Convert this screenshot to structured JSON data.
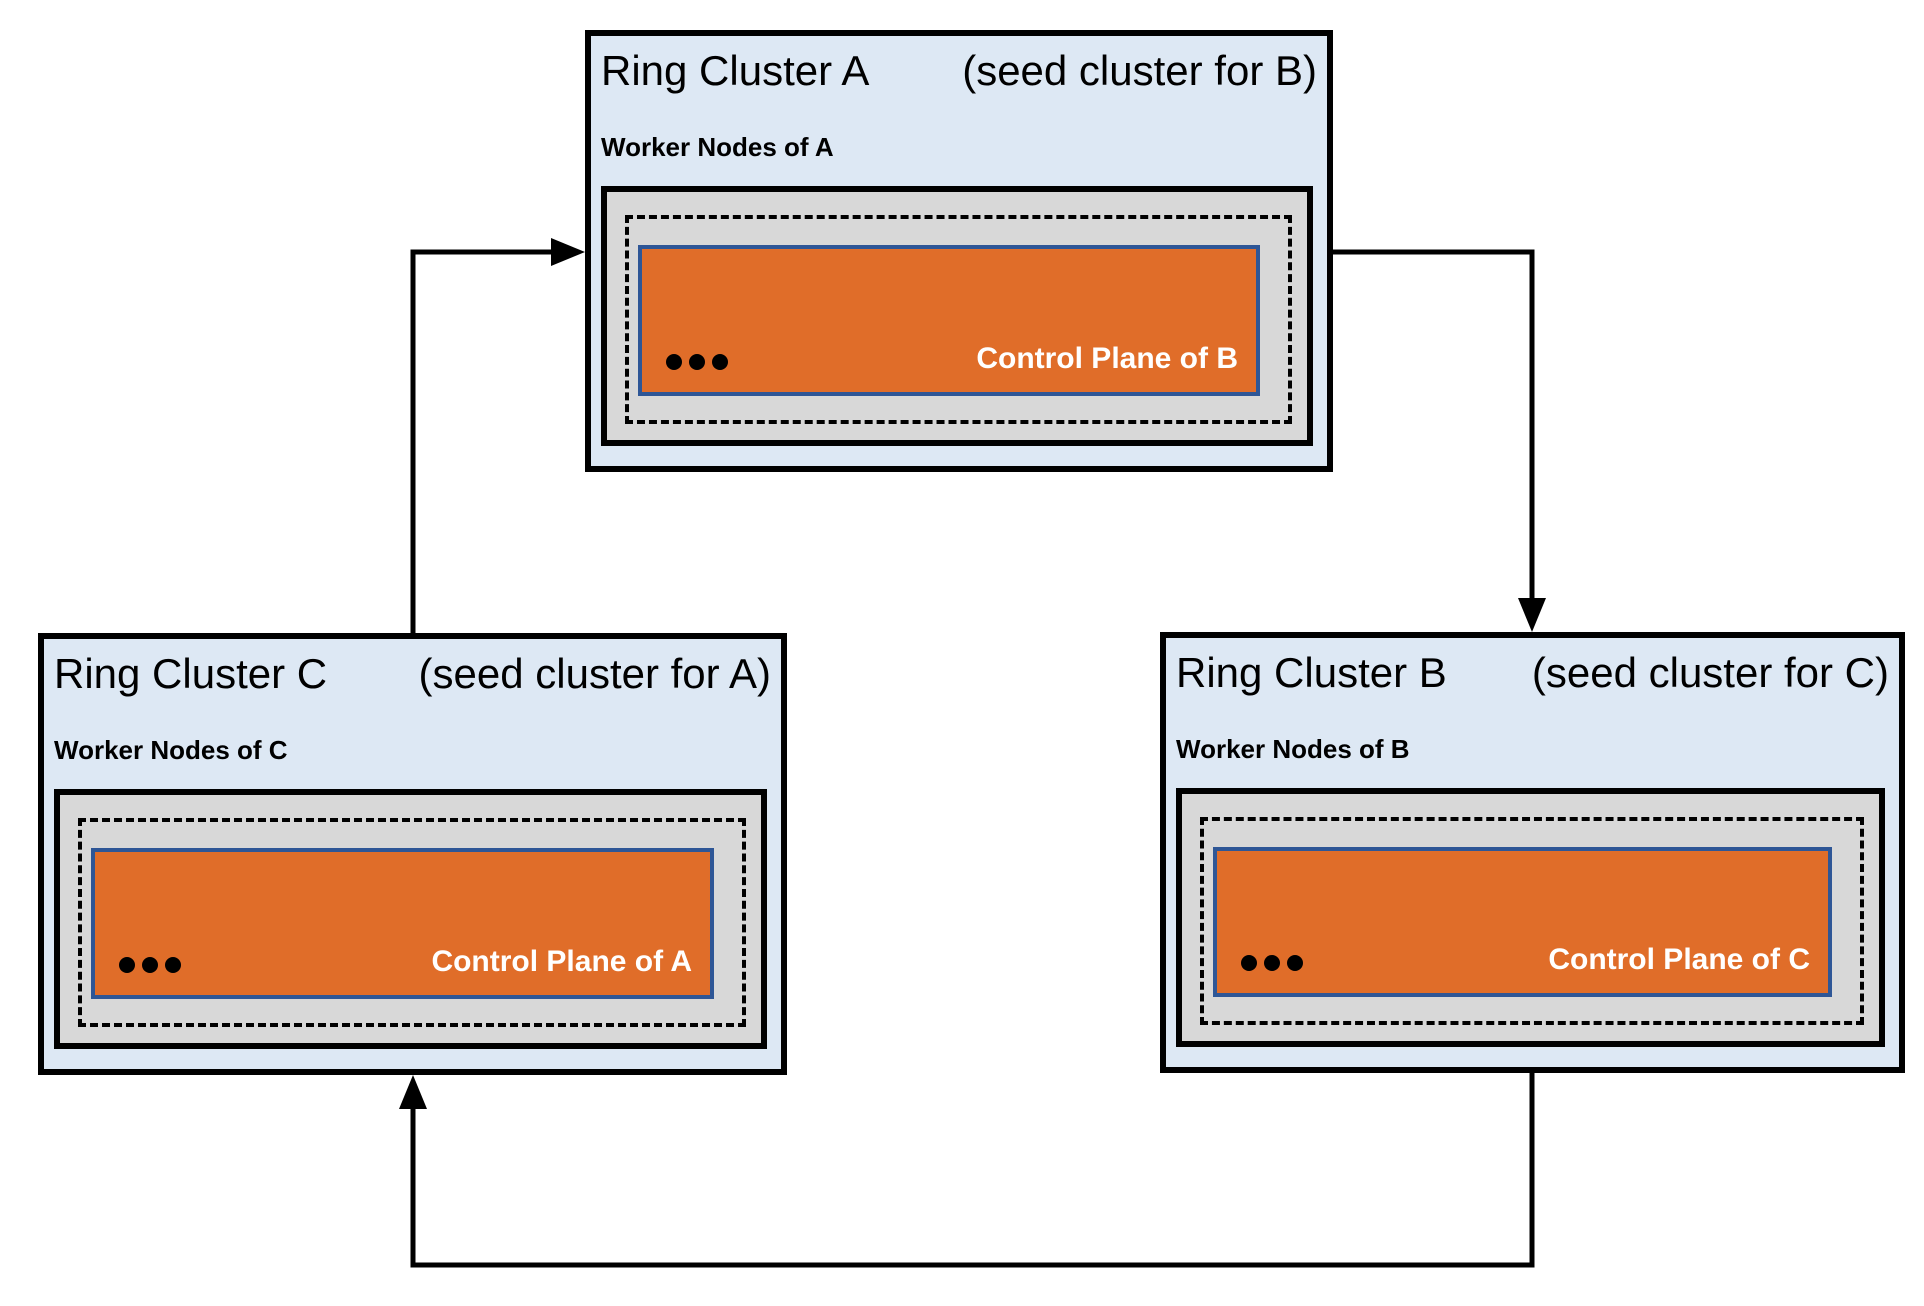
{
  "diagram": {
    "type": "ring-cluster-topology",
    "clusters": [
      {
        "id": "A",
        "title": "Ring Cluster A",
        "seed_note": "(seed cluster for B)",
        "worker_label": "Worker Nodes of A",
        "control_plane_label": "Control Plane of B",
        "ellipsis": "•••"
      },
      {
        "id": "B",
        "title": "Ring Cluster B",
        "seed_note": "(seed cluster for C)",
        "worker_label": "Worker Nodes of B",
        "control_plane_label": "Control Plane of C",
        "ellipsis": "•••"
      },
      {
        "id": "C",
        "title": "Ring Cluster C",
        "seed_note": "(seed cluster for A)",
        "worker_label": "Worker Nodes of C",
        "control_plane_label": "Control Plane of A",
        "ellipsis": "•••"
      }
    ],
    "edges": [
      {
        "from": "Ring Cluster A",
        "to": "Ring Cluster B"
      },
      {
        "from": "Ring Cluster B",
        "to": "Ring Cluster C"
      },
      {
        "from": "Ring Cluster C",
        "to": "Ring Cluster A"
      }
    ],
    "icons": {
      "worker_dots": "ellipsis-horizontal"
    },
    "colors": {
      "cluster_fill": "#dde8f4",
      "worker_nodes_fill": "#d8d8d8",
      "control_plane_fill": "#e06d29",
      "control_plane_border": "#2e5696",
      "line": "#000000",
      "control_label_text": "#ffffff"
    }
  }
}
